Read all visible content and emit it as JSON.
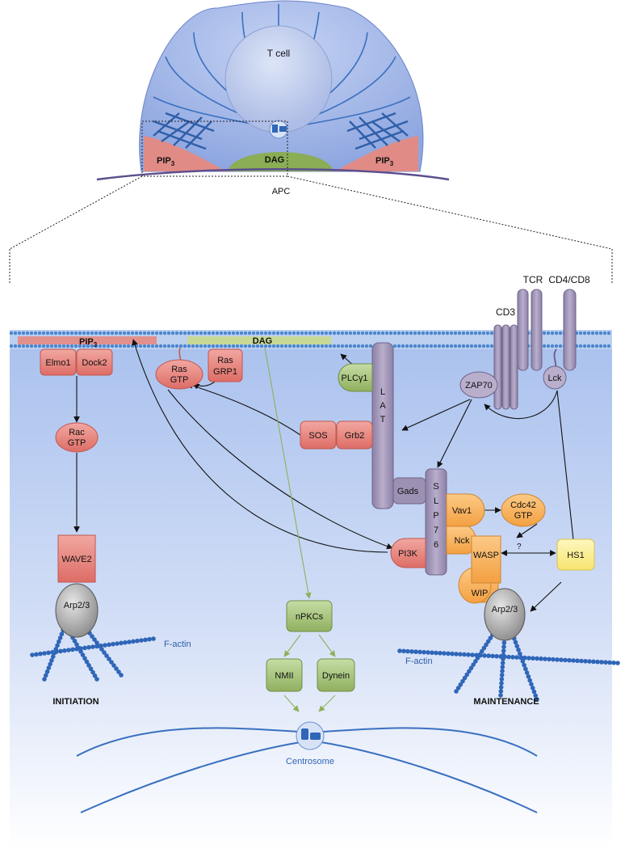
{
  "top": {
    "tcell_label": "T cell",
    "pip3_left": "PIP",
    "pip3_right": "PIP",
    "pip3_sub": "3",
    "dag_label": "DAG",
    "apc_label": "APC"
  },
  "membrane": {
    "pip3_label": "PIP",
    "pip3_sub": "3",
    "dag_label": "DAG"
  },
  "receptors": {
    "tcr": "TCR",
    "cd4cd8": "CD4/CD8",
    "cd3": "CD3",
    "lat": [
      "L",
      "A",
      "T"
    ],
    "slp76": [
      "S",
      "L",
      "P",
      "7",
      "6"
    ]
  },
  "nodes": {
    "elmo1": "Elmo1",
    "dock2": "Dock2",
    "rac_gtp_1": "Rac",
    "rac_gtp_2": "GTP",
    "wave2": "WAVE2",
    "arp23_left": "Arp2/3",
    "factin_left": "F-actin",
    "initiation": "INITIATION",
    "ras_gtp_1": "Ras",
    "ras_gtp_2": "GTP",
    "ras_grp1_1": "Ras",
    "ras_grp1_2": "GRP1",
    "plcg1": "PLCγ1",
    "sos": "SOS",
    "grb2": "Grb2",
    "zap70": "ZAP70",
    "lck": "Lck",
    "gads": "Gads",
    "vav1": "Vav1",
    "nck": "Nck",
    "cdc42_1": "Cdc42",
    "cdc42_2": "GTP",
    "pi3k": "PI3K",
    "wasp": "WASP",
    "wip": "WIP",
    "question": "?",
    "hs1": "HS1",
    "arp23_right": "Arp2/3",
    "factin_right": "F-actin",
    "maintenance": "MAINTENANCE",
    "npkcs": "nPKCs",
    "nmii": "NMII",
    "dynein": "Dynein",
    "centrosome": "Centrosome"
  },
  "colors": {
    "red_node": "#e8837c",
    "green_node": "#a9c47f",
    "orange_node": "#f7b461",
    "yellow_node": "#fbee8f",
    "purple_receptor": "#a79bbc",
    "cytoplasm": "#c9d8f5",
    "membrane_blue": "#4c87cf"
  }
}
